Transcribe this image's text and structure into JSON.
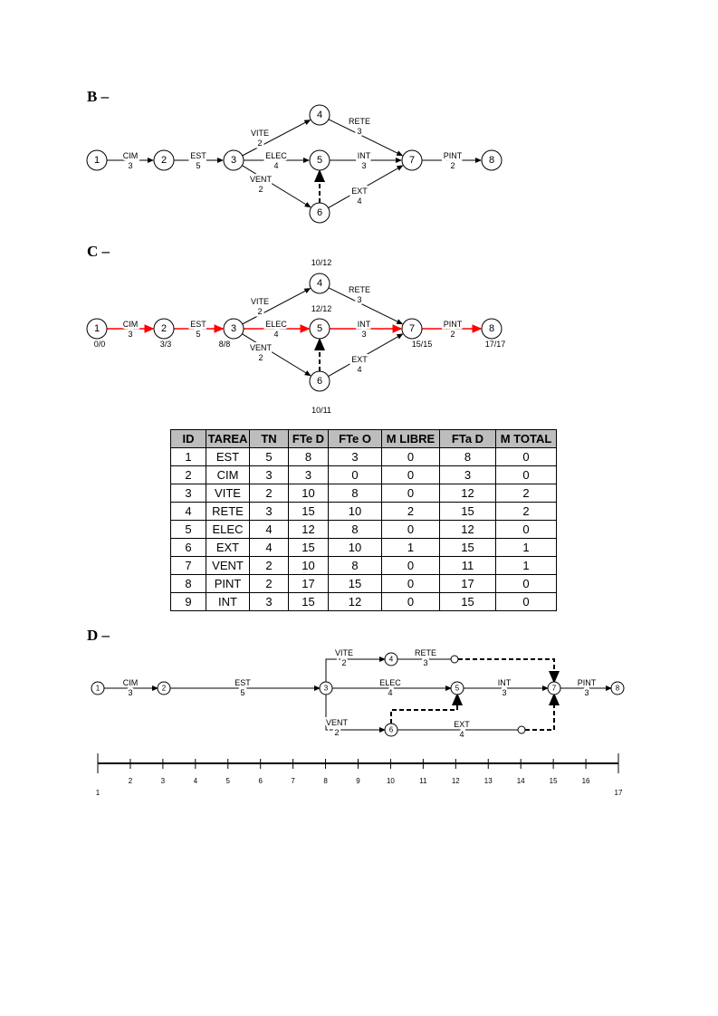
{
  "sections": {
    "b": "B –",
    "c": "C –",
    "d": "D –"
  },
  "colors": {
    "critical": "#ff0000",
    "normal": "#000000",
    "header_bg": "#bdbdbd"
  },
  "diagram_b": {
    "nodes": [
      "1",
      "2",
      "3",
      "4",
      "5",
      "6",
      "7",
      "8"
    ],
    "edges": [
      {
        "from": "1",
        "to": "2",
        "name": "CIM",
        "dur": "3"
      },
      {
        "from": "2",
        "to": "3",
        "name": "EST",
        "dur": "5"
      },
      {
        "from": "3",
        "to": "4",
        "name": "VITE",
        "dur": "2"
      },
      {
        "from": "3",
        "to": "5",
        "name": "ELEC",
        "dur": "4"
      },
      {
        "from": "3",
        "to": "6",
        "name": "VENT",
        "dur": "2"
      },
      {
        "from": "4",
        "to": "7",
        "name": "RETE",
        "dur": "3"
      },
      {
        "from": "5",
        "to": "7",
        "name": "INT",
        "dur": "3"
      },
      {
        "from": "6",
        "to": "7",
        "name": "EXT",
        "dur": "4"
      },
      {
        "from": "6",
        "to": "5",
        "name": "",
        "dur": "",
        "dummy": true
      },
      {
        "from": "7",
        "to": "8",
        "name": "PINT",
        "dur": "2"
      }
    ]
  },
  "diagram_c": {
    "nodes": [
      "1",
      "2",
      "3",
      "4",
      "5",
      "6",
      "7",
      "8"
    ],
    "events": {
      "1": "0/0",
      "2": "3/3",
      "3": "8/8",
      "4": "10/12",
      "5": "12/12",
      "6": "10/11",
      "7": "15/15",
      "8": "17/17"
    },
    "edges": [
      {
        "from": "1",
        "to": "2",
        "name": "CIM",
        "dur": "3",
        "critical": true
      },
      {
        "from": "2",
        "to": "3",
        "name": "EST",
        "dur": "5",
        "critical": true
      },
      {
        "from": "3",
        "to": "4",
        "name": "VITE",
        "dur": "2"
      },
      {
        "from": "3",
        "to": "5",
        "name": "ELEC",
        "dur": "4",
        "critical": true
      },
      {
        "from": "3",
        "to": "6",
        "name": "VENT",
        "dur": "2"
      },
      {
        "from": "4",
        "to": "7",
        "name": "RETE",
        "dur": "3"
      },
      {
        "from": "5",
        "to": "7",
        "name": "INT",
        "dur": "3",
        "critical": true
      },
      {
        "from": "6",
        "to": "7",
        "name": "EXT",
        "dur": "4"
      },
      {
        "from": "6",
        "to": "5",
        "name": "",
        "dur": "",
        "dummy": true
      },
      {
        "from": "7",
        "to": "8",
        "name": "PINT",
        "dur": "2",
        "critical": true
      }
    ]
  },
  "table": {
    "headers": [
      "ID",
      "TAREA",
      "TN",
      "FTe D",
      "FTe O",
      "M LIBRE",
      "FTa D",
      "M TOTAL"
    ],
    "rows": [
      [
        "1",
        "EST",
        "5",
        "8",
        "3",
        "0",
        "8",
        "0"
      ],
      [
        "2",
        "CIM",
        "3",
        "3",
        "0",
        "0",
        "3",
        "0"
      ],
      [
        "3",
        "VITE",
        "2",
        "10",
        "8",
        "0",
        "12",
        "2"
      ],
      [
        "4",
        "RETE",
        "3",
        "15",
        "10",
        "2",
        "15",
        "2"
      ],
      [
        "5",
        "ELEC",
        "4",
        "12",
        "8",
        "0",
        "12",
        "0"
      ],
      [
        "6",
        "EXT",
        "4",
        "15",
        "10",
        "1",
        "15",
        "1"
      ],
      [
        "7",
        "VENT",
        "2",
        "10",
        "8",
        "0",
        "11",
        "1"
      ],
      [
        "8",
        "PINT",
        "2",
        "17",
        "15",
        "0",
        "17",
        "0"
      ],
      [
        "9",
        "INT",
        "3",
        "15",
        "12",
        "0",
        "15",
        "0"
      ]
    ]
  },
  "diagram_d": {
    "nodes": [
      "1",
      "2",
      "3",
      "4",
      "5",
      "6",
      "7",
      "8"
    ],
    "edges": [
      {
        "key": "CIM",
        "name": "CIM",
        "dur": "3"
      },
      {
        "key": "EST",
        "name": "EST",
        "dur": "5"
      },
      {
        "key": "VITE",
        "name": "VITE",
        "dur": "2"
      },
      {
        "key": "RETE",
        "name": "RETE",
        "dur": "3",
        "float_end": true
      },
      {
        "key": "ELEC",
        "name": "ELEC",
        "dur": "4"
      },
      {
        "key": "VENT",
        "name": "VENT",
        "dur": "2"
      },
      {
        "key": "EXT",
        "name": "EXT",
        "dur": "4",
        "float_end": true
      },
      {
        "key": "INT",
        "name": "INT",
        "dur": "3"
      },
      {
        "key": "PINT",
        "name": "PINT",
        "dur": "3"
      },
      {
        "key": "d1",
        "name": "",
        "dur": "",
        "dummy": true
      },
      {
        "key": "d2",
        "name": "",
        "dur": "",
        "dummy": true
      },
      {
        "key": "d3",
        "name": "",
        "dur": "",
        "dummy": true
      }
    ],
    "timeline": {
      "start": 1,
      "end": 17
    }
  }
}
